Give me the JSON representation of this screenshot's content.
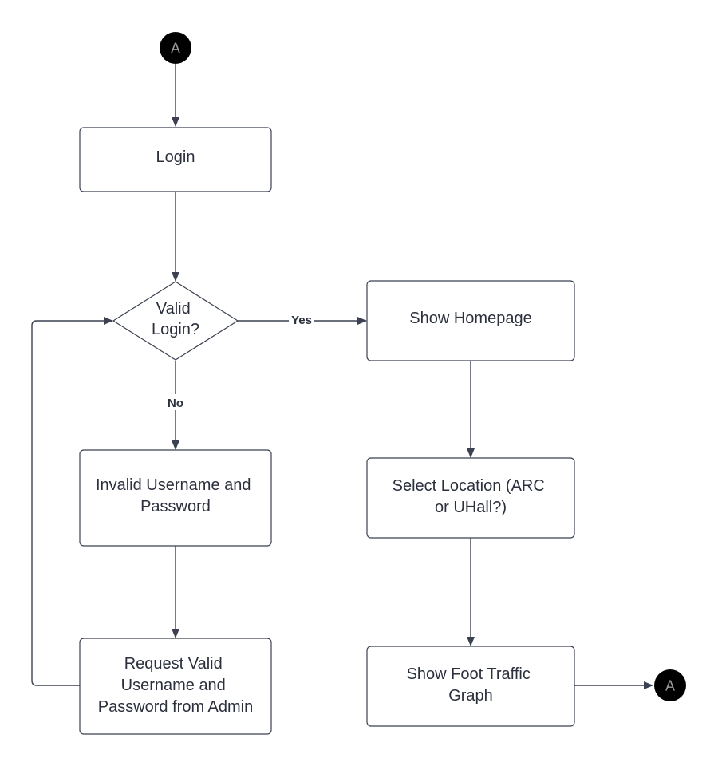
{
  "connectors": {
    "start_label": "A",
    "end_label": "A"
  },
  "nodes": {
    "login": {
      "lines": [
        "Login"
      ]
    },
    "valid_login": {
      "lines": [
        "Valid",
        "Login?"
      ]
    },
    "invalid": {
      "lines": [
        "Invalid Username and",
        "Password"
      ]
    },
    "request": {
      "lines": [
        "Request Valid",
        "Username and",
        "Password from Admin"
      ]
    },
    "homepage": {
      "lines": [
        "Show Homepage"
      ]
    },
    "select_location": {
      "lines": [
        "Select Location (ARC",
        "or UHall?)"
      ]
    },
    "foot_traffic": {
      "lines": [
        "Show Foot Traffic",
        "Graph"
      ]
    }
  },
  "edges": {
    "yes_label": "Yes",
    "no_label": "No"
  },
  "colors": {
    "stroke": "#3b4150",
    "text": "#2b303c",
    "connector_fill": "#000000",
    "connector_text": "#9a9a9a",
    "background": "#ffffff"
  }
}
